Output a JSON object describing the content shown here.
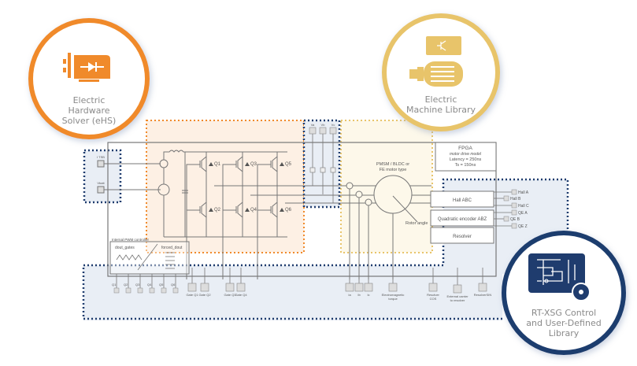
{
  "colors": {
    "ehs_accent": "#f08a2b",
    "machine_accent": "#e8c46a",
    "control_accent": "#1f3c6e",
    "ehs_region_fill": "#fdf0e4",
    "machine_region_fill": "#fdf8ea",
    "control_region_fill": "#e9eef5",
    "line": "#7a7a7a"
  },
  "badges": {
    "ehs": {
      "icon": "diode-card-icon",
      "lines": [
        "Electric",
        "Hardware",
        "Solver (eHS)"
      ]
    },
    "machine": {
      "icon": "motor-icon",
      "lines": [
        "Electric",
        "Machine Library"
      ]
    },
    "control": {
      "icon": "circuit-board-gear-icon",
      "lines": [
        "RT-XSG Control",
        "and User-Defined",
        "Library"
      ]
    }
  },
  "schematic": {
    "source_labels": [
      "I TSB",
      "Vbatt"
    ],
    "switches": [
      "Q1",
      "Q3",
      "Q5",
      "Q2",
      "Q4",
      "Q6"
    ],
    "voltage_labels": [
      "Va",
      "Vb",
      "Vc"
    ],
    "motor_label": [
      "PMSM / BLDC or",
      "FE motor type"
    ],
    "rotor_label": "Rotor angle",
    "fpga_box": [
      "FPGA",
      "motor drive model",
      "Latency = 250ns",
      "Ts = 150ns"
    ],
    "sensor_blocks": [
      "Hall ABC",
      "Quadratic encoder ABZ",
      "Resolver"
    ],
    "sensor_outputs": [
      "Hall A",
      "Hall B",
      "Hall C",
      "QE A",
      "QE B",
      "QE Z"
    ],
    "pwm_controller": {
      "title": "Internal PWM controller",
      "left_label": "dout_gates",
      "right_label": "forced_dout"
    },
    "pwm_outputs": [
      "Q1",
      "Q2",
      "Q3",
      "Q4",
      "Q5",
      "Q6"
    ],
    "gate_inputs": [
      "Gate Q1",
      "Gate Q2",
      "Gate Q3",
      "Gate Q4"
    ],
    "current_outputs": [
      "Ia",
      "Ib",
      "Ic"
    ],
    "torque_output": [
      "Electromagnetic",
      "torque"
    ],
    "resolver_cos": [
      "Resolver",
      "COS"
    ],
    "external_carrier": [
      "External carrier",
      "to resolver"
    ],
    "resolver_sin": "ResolverSIN"
  }
}
